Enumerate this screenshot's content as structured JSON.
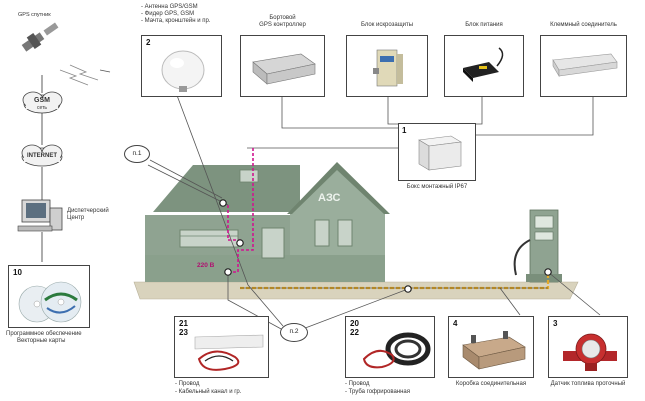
{
  "left": {
    "gps_label": "GPS спутник",
    "gsm_title": "GSM",
    "gsm_sub": "сеть",
    "internet": "INTERNET",
    "dispatch_line1": "Диспетчерский",
    "dispatch_line2": "Центр"
  },
  "boxes": {
    "antenna": {
      "number": "2",
      "lines": [
        "- Антенна GPS/GSM",
        "- Фидер GPS, GSM",
        "- Мачта, кронштейн и пр."
      ]
    },
    "controller": {
      "title_line1": "Бортовой",
      "title_line2": "GPS контроллер"
    },
    "protection": {
      "title": "Блок искрозащиты"
    },
    "power": {
      "title": "Блок питания"
    },
    "terminal": {
      "title": "Клеммный соединитель"
    },
    "ip67": {
      "number": "1",
      "caption": "Бокс монтажный IP67"
    },
    "software": {
      "number": "10",
      "line1": "Программное обеспечение",
      "line2": "Векторные карты"
    },
    "cable_channel": {
      "number_a": "21",
      "number_b": "23",
      "line1": "- Провод",
      "line2": "- Кабельный канал и гр."
    },
    "corrugated": {
      "number_a": "20",
      "number_b": "22",
      "line1": "- Провод",
      "line2": "- Труба гофрированная"
    },
    "junction": {
      "number": "4",
      "caption": "Коробка соединительная"
    },
    "fuel_sensor": {
      "number": "3",
      "caption": "Датчик топлива проточный"
    }
  },
  "scene": {
    "azs": "АЗС",
    "voltage": "220 В",
    "p1": "п.1",
    "p2": "п.2"
  },
  "colors": {
    "house": "#8fa391",
    "house_dark": "#6f846f",
    "ground": "#d9d3bd",
    "magenta": "#d0158f",
    "cable": "#e3a92a"
  }
}
